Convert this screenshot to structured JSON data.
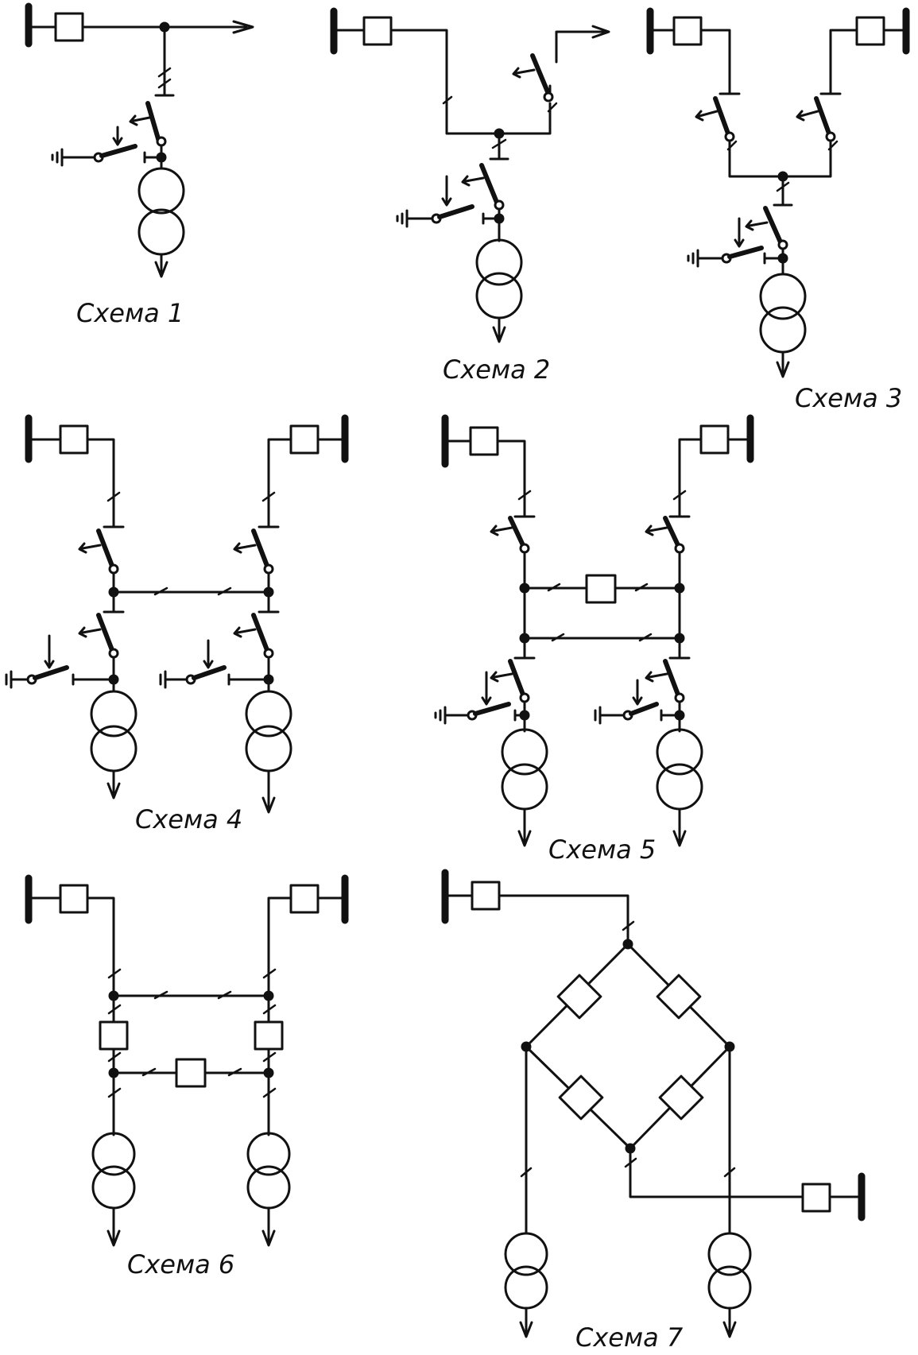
{
  "figure": {
    "stroke_color": "#111111",
    "background": "#ffffff",
    "schemes": [
      {
        "id": "s1",
        "label": "Схема 1"
      },
      {
        "id": "s2",
        "label": "Схема 2"
      },
      {
        "id": "s3",
        "label": "Схема 3"
      },
      {
        "id": "s4",
        "label": "Схема 4"
      },
      {
        "id": "s5",
        "label": "Схема 5"
      },
      {
        "id": "s6",
        "label": "Схема 6"
      },
      {
        "id": "s7",
        "label": "Схема 7"
      }
    ]
  }
}
